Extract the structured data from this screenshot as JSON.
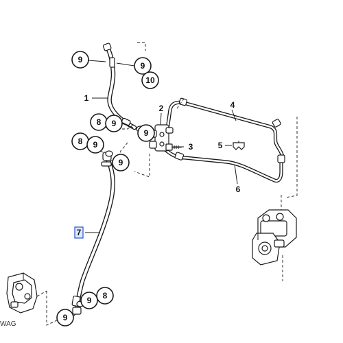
{
  "bubbles": {
    "b9_top": "9",
    "b9_right_top": "9",
    "b10": "10",
    "b8_mid": "8",
    "b9_mid": "9",
    "b9_junction": "9",
    "b8_left": "8",
    "b9_left": "9",
    "b9_low": "9",
    "b8_low": "8",
    "b9_bottom": "9"
  },
  "callouts": {
    "c1": "1",
    "c2": "2",
    "c3": "3",
    "c4": "4",
    "c5": "5",
    "c6": "6",
    "c7": "7"
  },
  "brand": {
    "watermark": "WAG"
  }
}
